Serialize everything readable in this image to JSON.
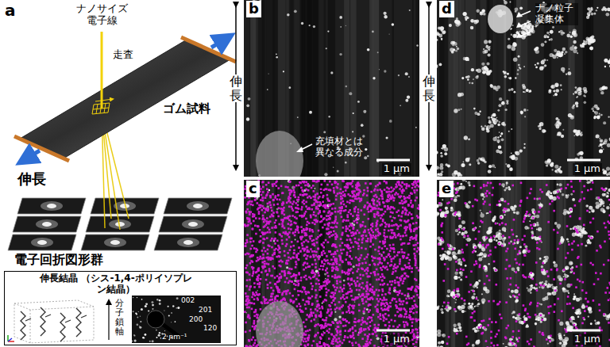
{
  "diagram": {
    "nodes": [
      {
        "text": [
          "伸長結晶 （シス-1,4-ポリイソプレン結晶）",
          "分子鎖軸"
        ]
      },
      {
        "text": [
          "002",
          "201",
          "200",
          "120",
          "2 nm⁻¹"
        ],
        "in": 0
      },
      {
        "text": [
          "充填材とは異なる成分",
          "1 µm"
        ]
      },
      {
        "text": [
          "1 µm"
        ]
      },
      {
        "text": [
          "ナノ粒子 凝集体",
          "1 µm"
        ]
      },
      {
        "text": [
          "1 µm"
        ]
      }
    ],
    "labels": [
      "a",
      "ナノサイズ 電子線",
      "走査",
      "ゴム試料",
      "伸長",
      "電子回折図形群",
      "b",
      "伸長",
      "c",
      "d",
      "伸長",
      "e"
    ]
  }
}
